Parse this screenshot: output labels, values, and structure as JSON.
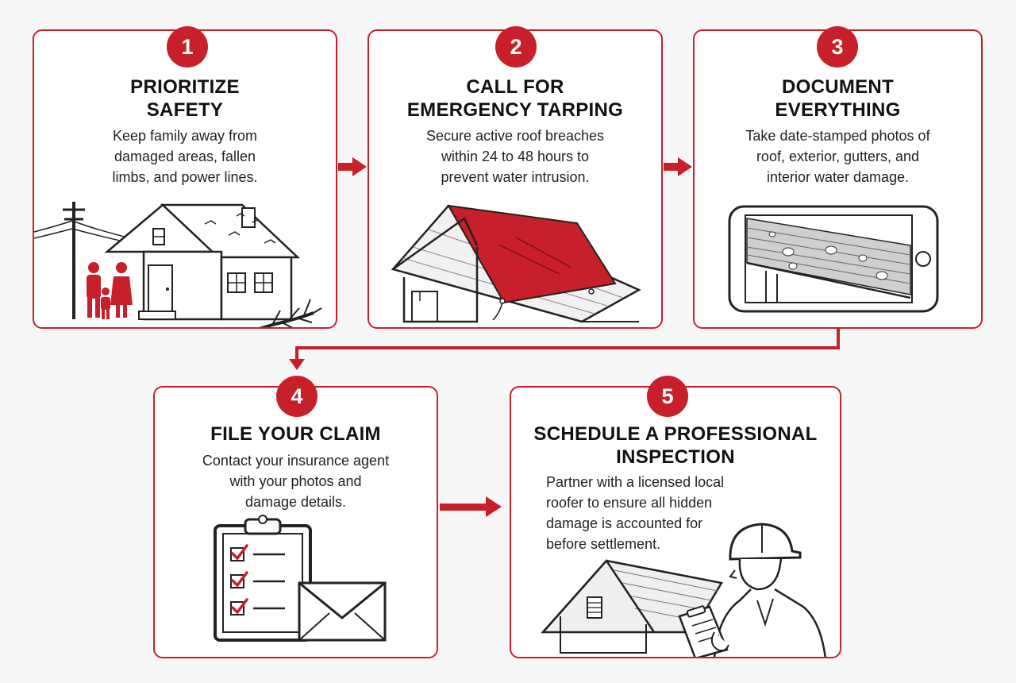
{
  "accent_color": "#c8202a",
  "steps": [
    {
      "number": "1",
      "title_lines": [
        "PRIORITIZE",
        "SAFETY"
      ],
      "desc_lines": [
        "Keep family away from",
        "damaged areas, fallen",
        "limbs, and power lines."
      ],
      "icon": "house-power-line-family-icon"
    },
    {
      "number": "2",
      "title_lines": [
        "CALL FOR",
        "EMERGENCY TARPING"
      ],
      "desc_lines": [
        "Secure active roof breaches",
        "within 24 to 48 hours to",
        "prevent water intrusion."
      ],
      "icon": "tarped-roof-icon"
    },
    {
      "number": "3",
      "title_lines": [
        "DOCUMENT",
        "EVERYTHING"
      ],
      "desc_lines": [
        "Take date-stamped photos of",
        "roof, exterior, gutters, and",
        "interior water damage."
      ],
      "icon": "phone-photo-roof-icon"
    },
    {
      "number": "4",
      "title_lines": [
        "FILE YOUR CLAIM"
      ],
      "desc_lines": [
        "Contact your insurance agent",
        "with your photos and",
        "damage details."
      ],
      "icon": "clipboard-envelope-icon"
    },
    {
      "number": "5",
      "title_lines": [
        "SCHEDULE A PROFESSIONAL",
        "INSPECTION"
      ],
      "desc_lines": [
        "Partner with a licensed local",
        "roofer to ensure all hidden",
        "damage is accounted for",
        "before settlement."
      ],
      "icon": "roof-inspector-icon"
    }
  ]
}
